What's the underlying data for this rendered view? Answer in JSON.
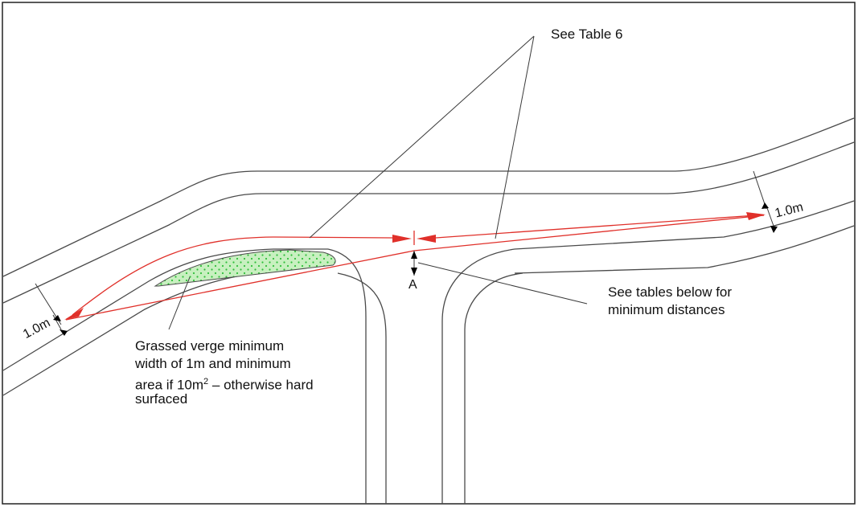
{
  "labels": {
    "see_table_6": "See Table 6",
    "see_tables_below_line1": "See tables below for",
    "see_tables_below_line2": "minimum distances",
    "grassed_line1": "Grassed verge minimum",
    "grassed_line2": "width of 1m and minimum",
    "grassed_line3_prefix": "area if 10m",
    "grassed_line3_sup": "2",
    "grassed_line3_suffix": " – otherwise hard",
    "grassed_line4": "surfaced",
    "dimension_left": "1.0m",
    "dimension_right": "1.0m",
    "dimension_a": "A"
  },
  "colors": {
    "road_outline": "#4a4a4a",
    "visibility_line": "#e0302a",
    "verge_fill": "#c8f0c0",
    "verge_dots": "#2fbf3a",
    "frame": "#222222"
  }
}
